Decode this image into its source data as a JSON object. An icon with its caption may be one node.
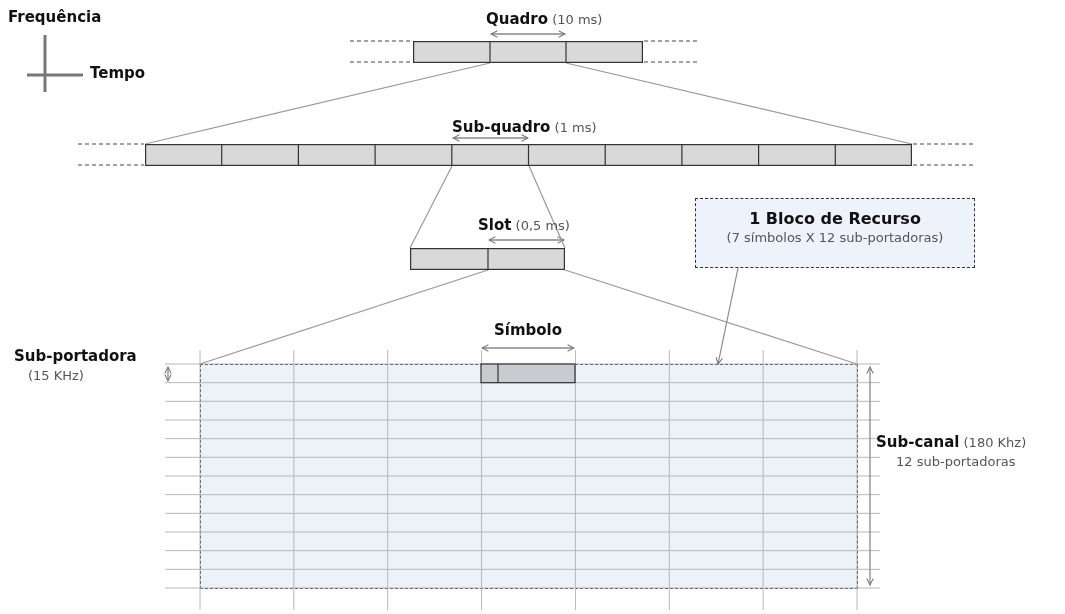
{
  "diagram": {
    "nodes": [
      {
        "text": [],
        "shape": "bar"
      },
      {
        "text": [],
        "shape": "bar"
      },
      {
        "text": [
          "1 Bloco de Recurso",
          "(7 símbolos X 12 sub-portadoras)"
        ]
      },
      {
        "text": [],
        "shape": "bar"
      },
      {
        "text": [],
        "shape": "box"
      }
    ],
    "edges": [
      {
        "from": 0,
        "to": 1,
        "arrow": "none"
      },
      {
        "from": 0,
        "to": 1,
        "arrow": "none"
      },
      {
        "from": 1,
        "to": 3,
        "arrow": "none"
      },
      {
        "from": 1,
        "to": 3,
        "arrow": "none"
      },
      {
        "from": 3,
        "to": 4,
        "arrow": "none"
      },
      {
        "from": 3,
        "to": 4,
        "arrow": "none"
      },
      {
        "from": 2,
        "to": 4,
        "arrow": "to"
      }
    ],
    "labels": [
      "Frequência",
      "Tempo",
      "**Quadro** (10 ms)",
      "**Sub-quadro** (1 ms)",
      "**Slot** (0,5 ms)",
      "Símbolo",
      "Sub-portadora",
      "(15 KHz)",
      "**Sub-canal** (180 Khz)",
      "12 sub-portadoras"
    ]
  }
}
